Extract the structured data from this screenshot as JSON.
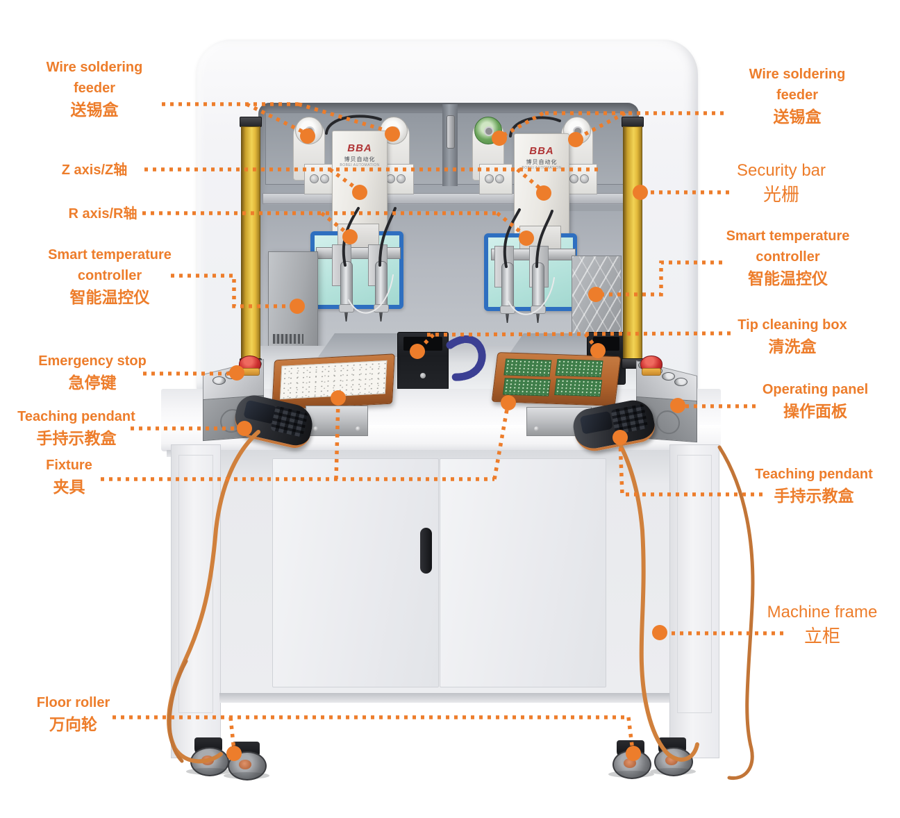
{
  "colors": {
    "accent": "#ed7d2b"
  },
  "brand": {
    "name": "BBA",
    "cn": "博贝自动化",
    "en": "BOBEI AUTOMATION"
  },
  "annotations": [
    {
      "id": "wire-feeder-left",
      "en": "Wire soldering\nfeeder",
      "zh": "送锡盒"
    },
    {
      "id": "wire-feeder-right",
      "en": "Wire soldering\nfeeder",
      "zh": "送锡盒"
    },
    {
      "id": "z-axis",
      "en": "Z axis/Z轴",
      "zh": ""
    },
    {
      "id": "r-axis",
      "en": "R axis/R轴",
      "zh": ""
    },
    {
      "id": "temp-controller-left",
      "en": "Smart temperature\ncontroller",
      "zh": "智能温控仪"
    },
    {
      "id": "security-bar",
      "en": "Security bar",
      "zh": "光栅"
    },
    {
      "id": "temp-controller-right",
      "en": "Smart temperature\ncontroller",
      "zh": "智能温控仪"
    },
    {
      "id": "tip-cleaning-box",
      "en": "Tip cleaning box",
      "zh": "清洗盒"
    },
    {
      "id": "emergency-stop",
      "en": "Emergency stop",
      "zh": "急停键"
    },
    {
      "id": "operating-panel",
      "en": "Operating panel",
      "zh": "操作面板"
    },
    {
      "id": "teaching-pendant-left",
      "en": "Teaching pendant",
      "zh": "手持示教盒"
    },
    {
      "id": "teaching-pendant-right",
      "en": "Teaching pendant",
      "zh": "手持示教盒"
    },
    {
      "id": "fixture",
      "en": "Fixture",
      "zh": "夹具"
    },
    {
      "id": "machine-frame",
      "en": "Machine frame",
      "zh": "立柜"
    },
    {
      "id": "floor-roller",
      "en": "Floor roller",
      "zh": "万向轮"
    }
  ]
}
